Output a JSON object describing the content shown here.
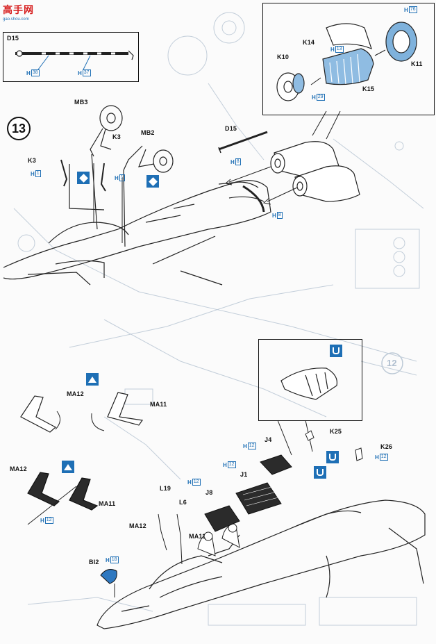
{
  "logo": {
    "text": "高手网",
    "url_text": "gao.shou.com"
  },
  "step": {
    "number": "13"
  },
  "inset_d15": {
    "label": "D15",
    "callouts": [
      {
        "h": "H",
        "n": "38"
      },
      {
        "h": "H",
        "n": "37"
      }
    ]
  },
  "inset_engine": {
    "labels": {
      "k14": "K14",
      "k10": "K10",
      "k11": "K11",
      "k15": "K15"
    },
    "callouts": [
      {
        "h": "H",
        "n": "76"
      },
      {
        "h": "H",
        "n": "13"
      },
      {
        "h": "H",
        "n": "29"
      }
    ]
  },
  "upper": {
    "labels": {
      "mb3": "MB3",
      "mb2": "MB2",
      "k3a": "K3",
      "k3b": "K3",
      "d15": "D15"
    },
    "callouts": [
      {
        "h": "H",
        "n": "1"
      },
      {
        "h": "H",
        "n": "1"
      },
      {
        "h": "H",
        "n": "8"
      },
      {
        "h": "H",
        "n": "8"
      }
    ]
  },
  "lower": {
    "labels": {
      "ma12a": "MA12",
      "ma11a": "MA11",
      "ma12b": "MA12",
      "ma11b": "MA11",
      "l19": "L19",
      "l6": "L6",
      "ma12c": "MA12",
      "ma11c": "MA11",
      "j8": "J8",
      "j1": "J1",
      "j4": "J4",
      "k25": "K25",
      "k26": "K26",
      "bi2": "BI2"
    },
    "callouts": [
      {
        "h": "H",
        "n": "12"
      },
      {
        "h": "H",
        "n": "12"
      },
      {
        "h": "H",
        "n": "12"
      },
      {
        "h": "H",
        "n": "12"
      },
      {
        "h": "H",
        "n": "12"
      },
      {
        "h": "H",
        "n": "18"
      }
    ]
  },
  "watermark": {
    "text": "12"
  },
  "colors": {
    "accent": "#1e6fb5",
    "logo_red": "#d61c1c",
    "line": "#222222",
    "ghost": "#b9c6d4"
  }
}
